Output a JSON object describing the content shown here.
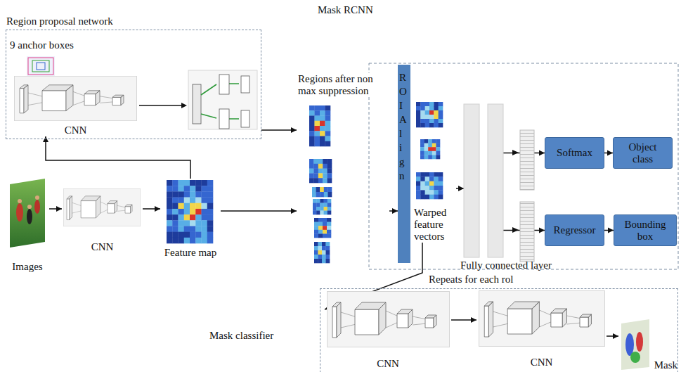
{
  "diagram": {
    "title": "Mask RCNN",
    "nodes": [
      {
        "text": [
          "Region proposal network"
        ]
      },
      {
        "text": [
          "9 anchor boxes"
        ],
        "in": 0
      },
      {
        "text": [
          "CNN"
        ],
        "in": 0
      },
      {
        "text": [
          "Images"
        ]
      },
      {
        "text": [
          "CNN"
        ]
      },
      {
        "text": [
          "Feature map"
        ]
      },
      {
        "text": [
          "Regions after non max suppression"
        ]
      },
      {
        "text": [
          "ROI Align"
        ]
      },
      {
        "text": [
          "Warped feature vectors"
        ]
      },
      {
        "text": [
          "Fully connected layer"
        ]
      },
      {
        "text": [
          "Softmax"
        ]
      },
      {
        "text": [
          "Object class"
        ]
      },
      {
        "text": [
          "Regressor"
        ]
      },
      {
        "text": [
          "Bounding box"
        ]
      },
      {
        "text": [
          "Mask classifier"
        ]
      },
      {
        "text": [
          "CNN"
        ],
        "in": 14
      },
      {
        "text": [
          "CNN"
        ],
        "in": 14
      },
      {
        "text": [
          "Mask"
        ],
        "in": 14
      }
    ],
    "edges": [
      {
        "from": 3,
        "to": 4,
        "arrow": "to"
      },
      {
        "from": 4,
        "to": 5,
        "arrow": "to"
      },
      {
        "from": 5,
        "to": 2,
        "arrow": "to"
      },
      {
        "from": 0,
        "to": 6,
        "arrow": "to"
      },
      {
        "from": 5,
        "to": 6,
        "arrow": "to"
      },
      {
        "from": 6,
        "to": 7,
        "arrow": "to"
      },
      {
        "from": 8,
        "to": 9,
        "arrow": "to"
      },
      {
        "from": 9,
        "to": 10,
        "arrow": "to"
      },
      {
        "from": 9,
        "to": 12,
        "arrow": "to"
      },
      {
        "from": 10,
        "to": 11,
        "arrow": "to"
      },
      {
        "from": 12,
        "to": 13,
        "arrow": "to"
      },
      {
        "from": 8,
        "to": 15,
        "label": "Repeats for each rol",
        "arrow": "to"
      },
      {
        "from": 15,
        "to": 16,
        "arrow": "to"
      },
      {
        "from": 16,
        "to": 17,
        "arrow": "to"
      }
    ]
  }
}
